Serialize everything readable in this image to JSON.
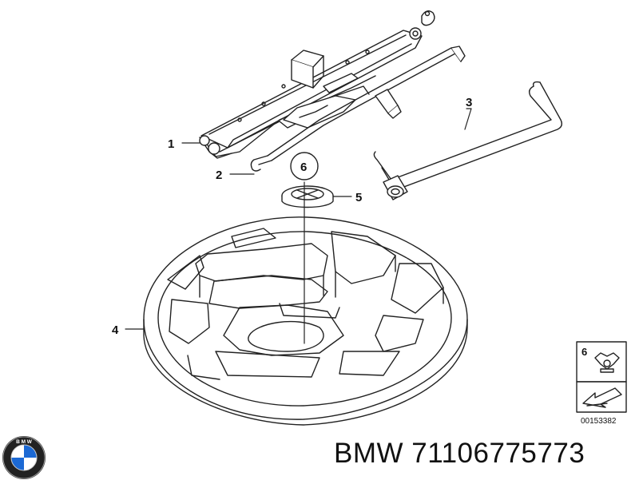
{
  "callouts": {
    "c1": "1",
    "c2": "2",
    "c3": "3",
    "c4": "4",
    "c5": "5",
    "c6": "6"
  },
  "inset": {
    "number": "6",
    "ref_code": "00153382"
  },
  "footer": {
    "brand": "BMW",
    "part_number": "BMW 71106775773"
  },
  "colors": {
    "line": "#222222",
    "background": "#ffffff",
    "logo_blue": "#1c69d4"
  },
  "icons": [
    "bmw-logo-icon",
    "wing-nut-icon",
    "arrow-icon"
  ]
}
